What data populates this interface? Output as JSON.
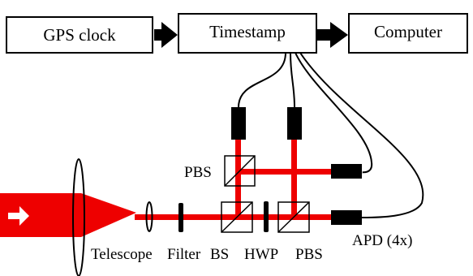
{
  "boxes": {
    "gps": "GPS clock",
    "timestamp": "Timestamp",
    "computer": "Computer"
  },
  "labels": {
    "pbs_top": "PBS",
    "telescope": "Telescope",
    "filter": "Filter",
    "bs": "BS",
    "hwp": "HWP",
    "pbs_bottom": "PBS",
    "apd": "APD (4x)"
  },
  "colors": {
    "beam": "#ee0000",
    "detector": "#000000"
  }
}
